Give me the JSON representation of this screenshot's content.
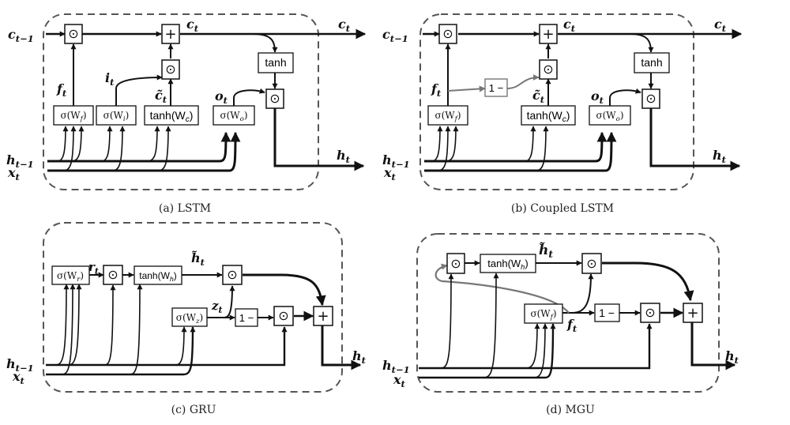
{
  "panels": {
    "lstm": {
      "caption": "(a) LSTM",
      "labels": {
        "c_prev": "c",
        "c_prev_sub": "t−1",
        "c_t": "c",
        "c_t_sub": "t",
        "c_out": "c",
        "c_out_sub": "t",
        "f": "f",
        "f_sub": "t",
        "i": "i",
        "i_sub": "t",
        "c_tilde": "c̃",
        "c_tilde_sub": "t",
        "o": "o",
        "o_sub": "t",
        "h_prev": "h",
        "h_prev_sub": "t−1",
        "x": "x",
        "x_sub": "t",
        "h_out": "h",
        "h_out_sub": "t"
      },
      "boxes": {
        "sig_f": "σ(W",
        "sig_f_sub": "f",
        "close": ")",
        "sig_i": "σ(W",
        "sig_i_sub": "i",
        "tanh_c": "tanh(W",
        "tanh_c_sub": "c",
        "sig_o": "σ(W",
        "sig_o_sub": "o",
        "tanh": "tanh"
      },
      "ops": {
        "mul": "⊙",
        "add": "+"
      }
    },
    "coupled": {
      "caption": "(b) Coupled LSTM",
      "labels": {
        "c_prev": "c",
        "c_prev_sub": "t−1",
        "c_t": "c",
        "c_t_sub": "t",
        "c_out": "c",
        "c_out_sub": "t",
        "f": "f",
        "f_sub": "t",
        "c_tilde": "c̃",
        "c_tilde_sub": "t",
        "o": "o",
        "o_sub": "t",
        "h_prev": "h",
        "h_prev_sub": "t−1",
        "x": "x",
        "x_sub": "t",
        "h_out": "h",
        "h_out_sub": "t"
      },
      "boxes": {
        "sig_f": "σ(W",
        "sig_f_sub": "f",
        "close": ")",
        "one_minus": "1 −",
        "tanh_c": "tanh(W",
        "tanh_c_sub": "c",
        "sig_o": "σ(W",
        "sig_o_sub": "o",
        "tanh": "tanh"
      },
      "ops": {
        "mul": "⊙",
        "add": "+"
      }
    },
    "gru": {
      "caption": "(c) GRU",
      "labels": {
        "r": "r",
        "r_sub": "t",
        "h_tilde": "h̃",
        "h_tilde_sub": "t",
        "z": "z",
        "z_sub": "t",
        "h_prev": "h",
        "h_prev_sub": "t−1",
        "x": "x",
        "x_sub": "t",
        "h_out": "h",
        "h_out_sub": "t"
      },
      "boxes": {
        "sig_r": "σ(W",
        "sig_r_sub": "r",
        "close": ")",
        "tanh_h": "tanh(W",
        "tanh_h_sub": "h",
        "sig_z": "σ(W",
        "sig_z_sub": "z",
        "one_minus": "1 −"
      },
      "ops": {
        "mul": "⊙",
        "add": "+"
      }
    },
    "mgu": {
      "caption": "(d) MGU",
      "labels": {
        "h_tilde": "h̃",
        "h_tilde_sub": "t",
        "f": "f",
        "f_sub": "t",
        "h_prev": "h",
        "h_prev_sub": "t−1",
        "x": "x",
        "x_sub": "t",
        "h_out": "h",
        "h_out_sub": "t"
      },
      "boxes": {
        "tanh_h": "tanh(W",
        "tanh_h_sub": "h",
        "close": ")",
        "sig_f": "σ(W",
        "sig_f_sub": "f",
        "one_minus": "1 −"
      },
      "ops": {
        "mul": "⊙",
        "add": "+"
      }
    }
  },
  "colors": {
    "ink": "#111111",
    "dash": "#555555",
    "feedback": "#777777"
  }
}
